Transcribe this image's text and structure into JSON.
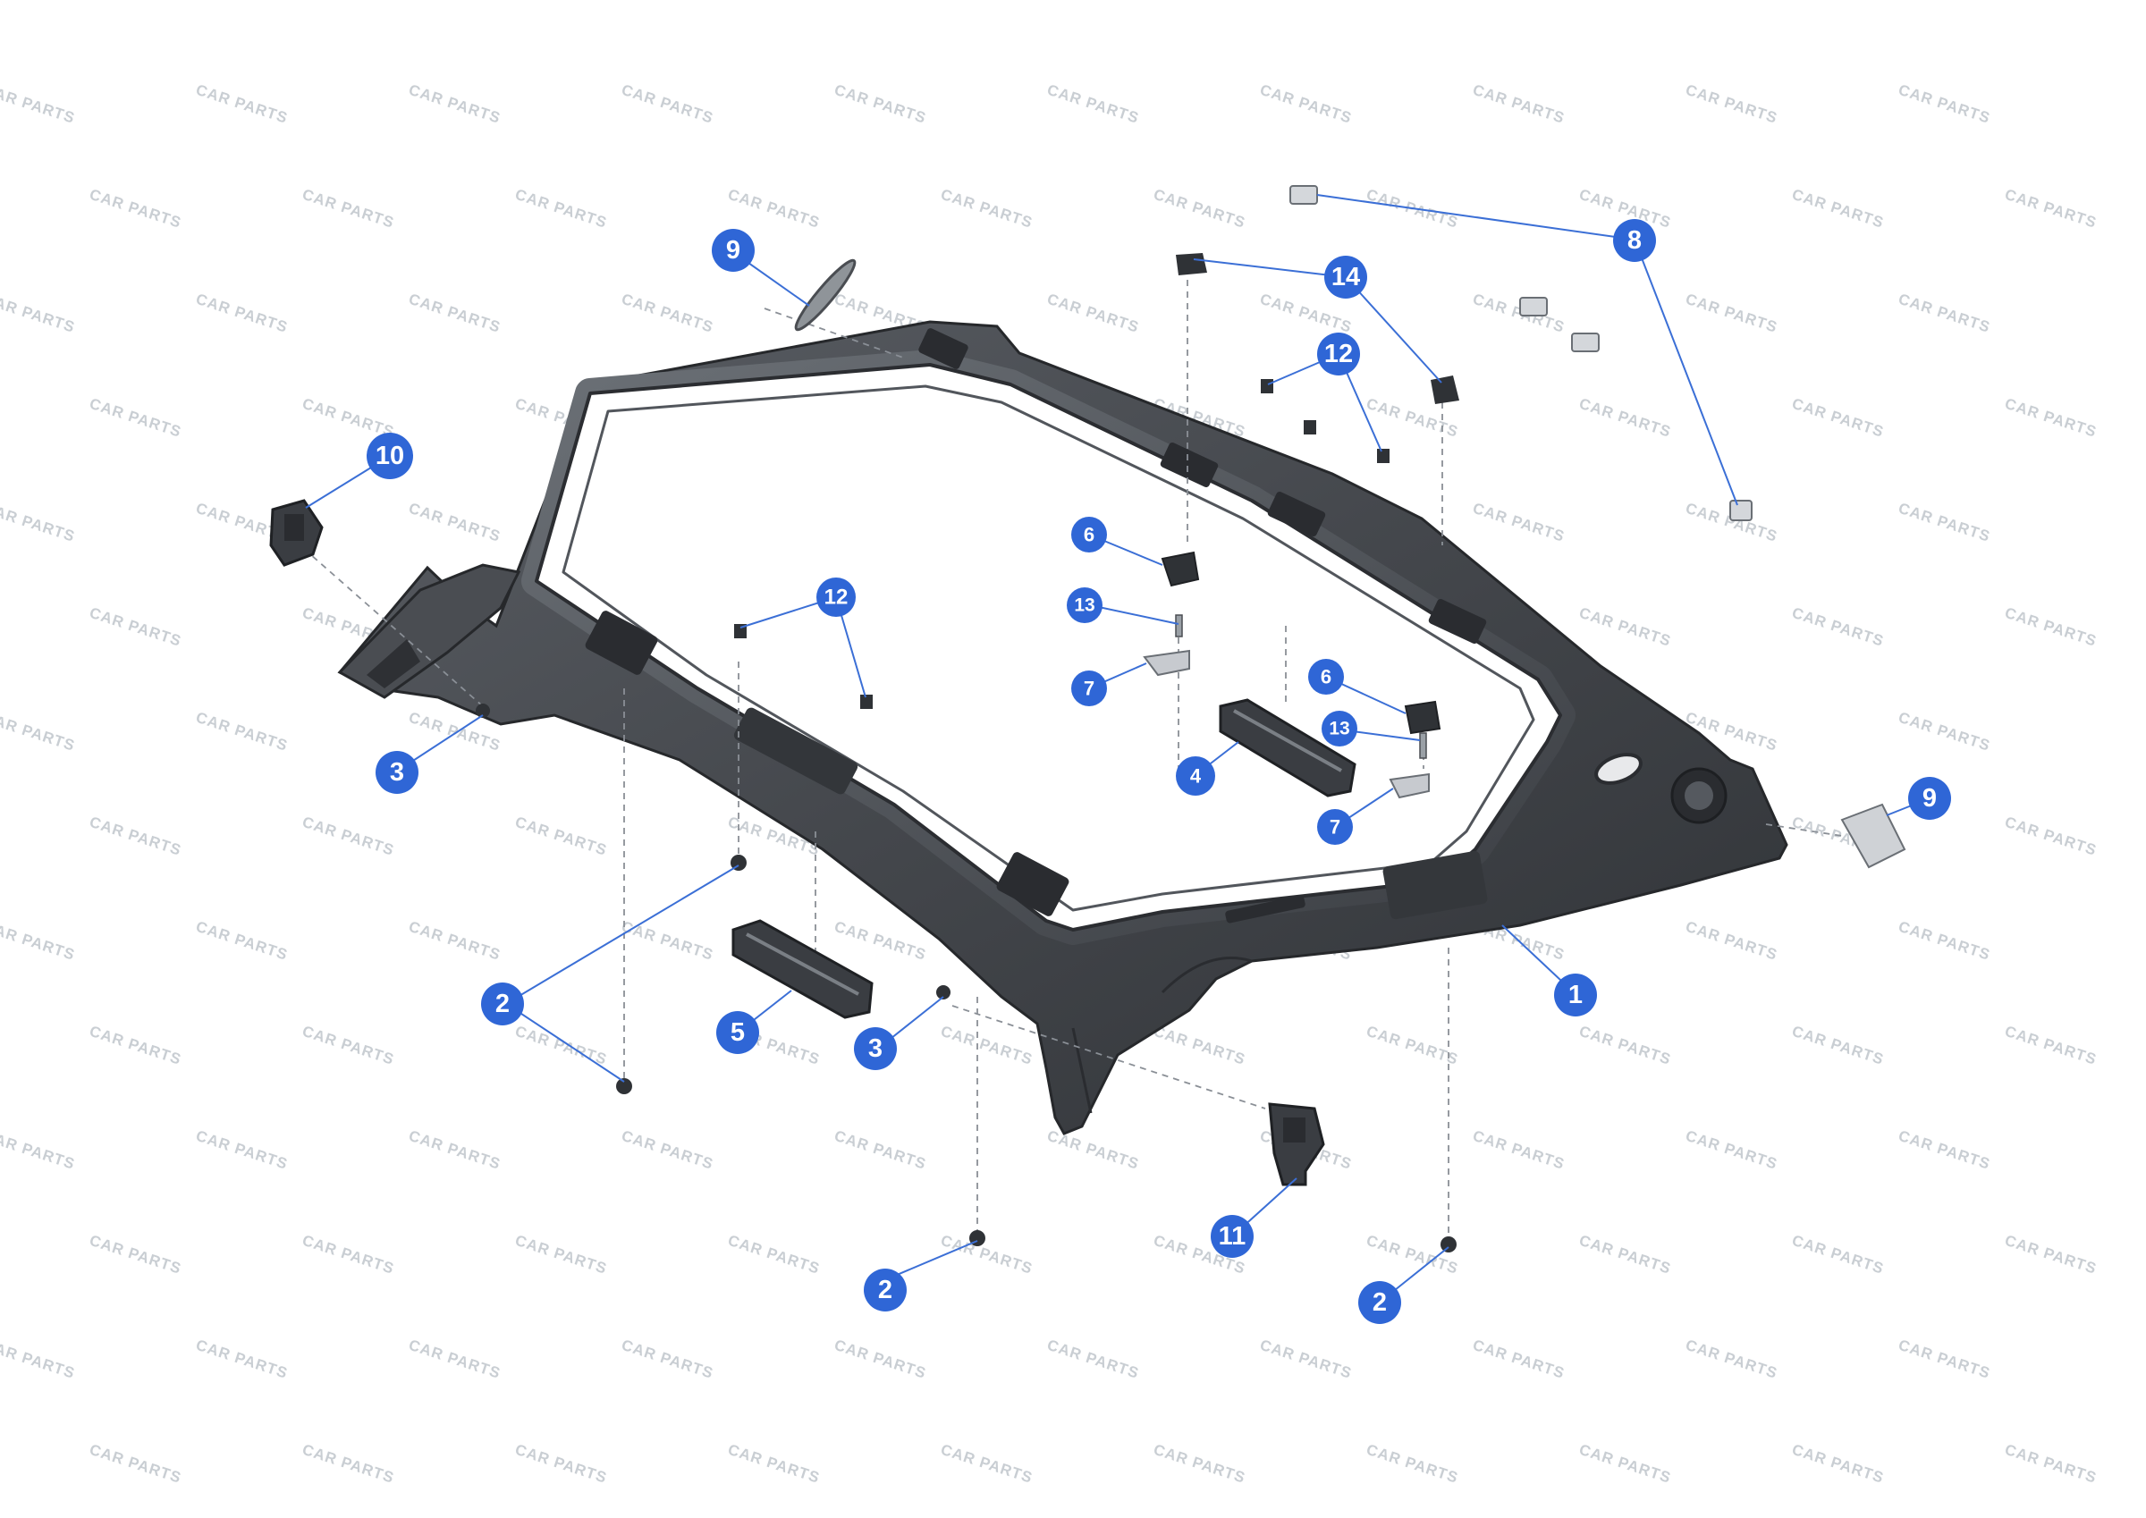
{
  "watermark": {
    "text": "CAR PARTS",
    "color": "#c9ced3"
  },
  "colors": {
    "callout_fill": "#2f66d6",
    "leader_line": "#3b6fd6",
    "part_dark": "#3a3d42",
    "part_mid": "#55595f",
    "part_light": "#8a8f96",
    "guide_line": "#8a8f96"
  },
  "callouts": [
    {
      "id": "c1",
      "label": "1"
    },
    {
      "id": "c2a",
      "label": "2"
    },
    {
      "id": "c2b",
      "label": "2"
    },
    {
      "id": "c2c",
      "label": "2"
    },
    {
      "id": "c3a",
      "label": "3"
    },
    {
      "id": "c3b",
      "label": "3"
    },
    {
      "id": "c4",
      "label": "4"
    },
    {
      "id": "c5",
      "label": "5"
    },
    {
      "id": "c6a",
      "label": "6"
    },
    {
      "id": "c6b",
      "label": "6"
    },
    {
      "id": "c7a",
      "label": "7"
    },
    {
      "id": "c7b",
      "label": "7"
    },
    {
      "id": "c8",
      "label": "8"
    },
    {
      "id": "c9a",
      "label": "9"
    },
    {
      "id": "c9b",
      "label": "9"
    },
    {
      "id": "c10",
      "label": "10"
    },
    {
      "id": "c11",
      "label": "11"
    },
    {
      "id": "c12a",
      "label": "12"
    },
    {
      "id": "c12b",
      "label": "12"
    },
    {
      "id": "c13a",
      "label": "13"
    },
    {
      "id": "c13b",
      "label": "13"
    },
    {
      "id": "c14",
      "label": "14"
    }
  ]
}
